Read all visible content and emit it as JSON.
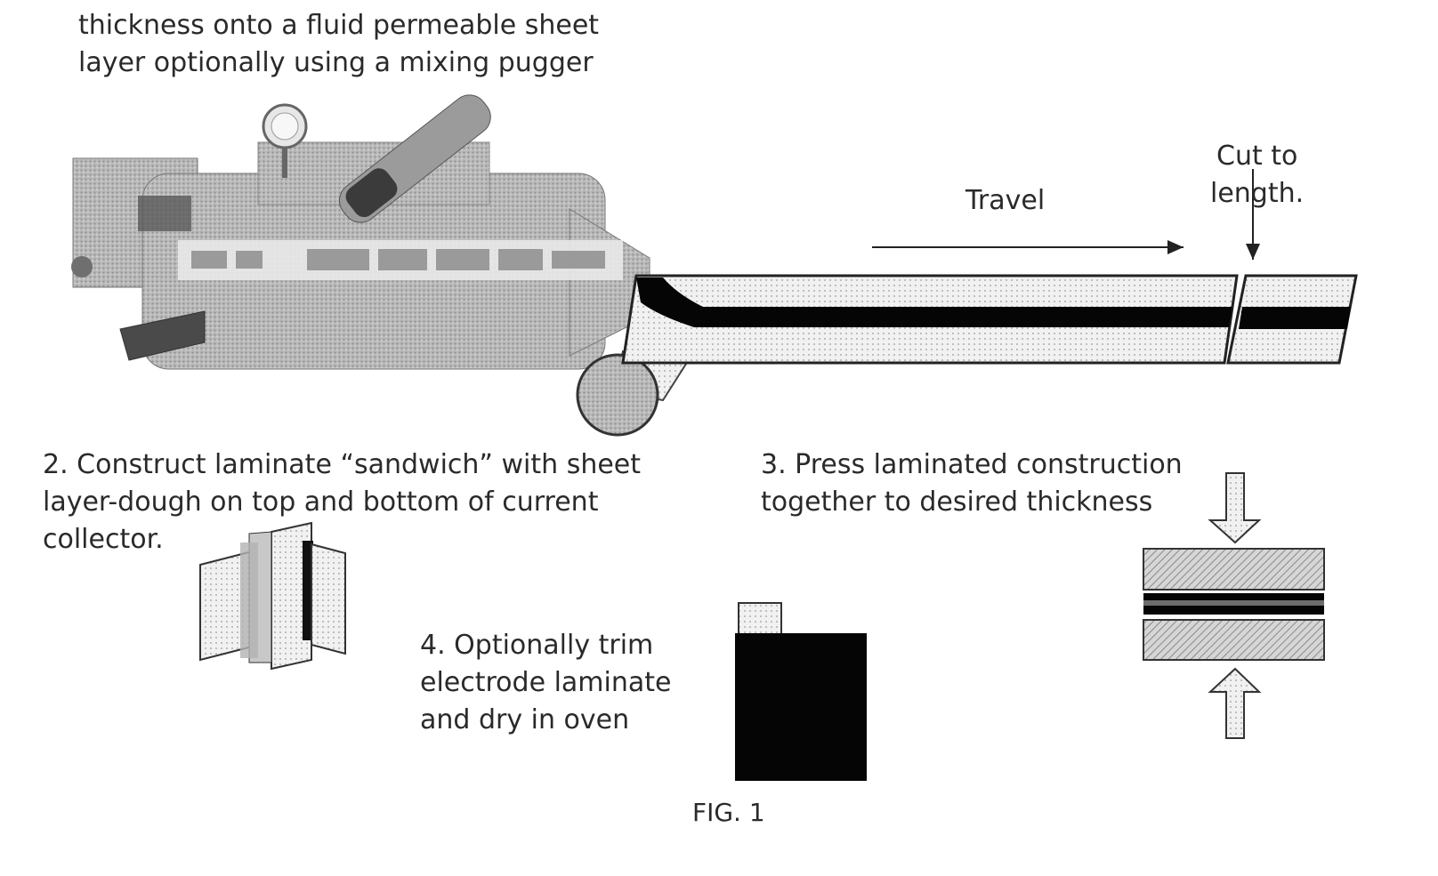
{
  "step1": {
    "line_a": "thickness onto a fluid permeable sheet",
    "line_b": "layer optionally using a mixing pugger"
  },
  "step2": {
    "line_a": "2. Construct laminate “sandwich” with sheet",
    "line_b": "layer-dough on top and bottom of current",
    "line_c": "collector."
  },
  "step3": {
    "line_a": "3.  Press laminated construction",
    "line_b": "together to desired thickness"
  },
  "step4": {
    "line_a": "4. Optionally trim",
    "line_b": "electrode laminate",
    "line_c": "and dry in oven"
  },
  "travel_label": "Travel",
  "cut_label": {
    "line_a": "Cut to",
    "line_b": "length."
  },
  "figure_caption": "FIG. 1"
}
